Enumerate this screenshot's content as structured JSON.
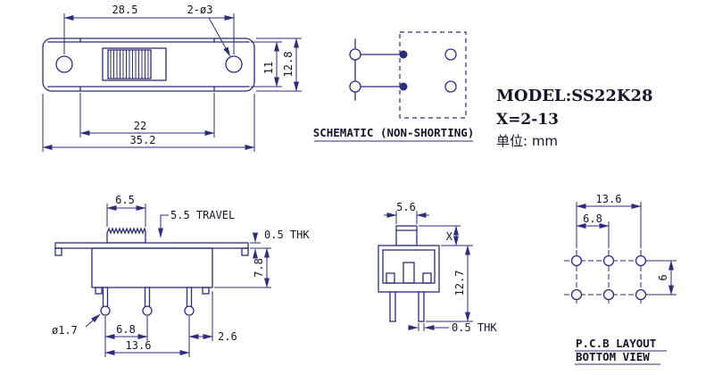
{
  "colors": {
    "line": "#2d2d78",
    "text": "#15152a",
    "bg": "#ffffff"
  },
  "header": {
    "model": "MODEL:SS22K28",
    "x_range": "X=2-13",
    "unit": "单位: mm"
  },
  "top_view": {
    "dim_hole_pitch": "28.5",
    "dim_hole_callout": "2-ø3",
    "dim_inner_height": "11",
    "dim_outer_height": "12.8",
    "dim_body_width": "22",
    "dim_overall_width": "35.2"
  },
  "schematic": {
    "caption": "SCHEMATIC (NON-SHORTING)"
  },
  "front_view": {
    "dim_knob_width": "6.5",
    "dim_travel": "5.5 TRAVEL",
    "dim_plate_thickness": "0.5 THK",
    "dim_body_height": "7.8",
    "dim_pin_diameter": "ø1.7",
    "dim_pin_pitch": "6.8",
    "dim_pin_span": "13.6",
    "dim_pin_offset": "2.6"
  },
  "side_view": {
    "dim_knob_width": "5.6",
    "dim_knob_height": "X",
    "dim_overall_height": "12.7",
    "dim_pin_thickness": "0.5 THK"
  },
  "pcb_view": {
    "dim_pad_span": "13.6",
    "dim_pad_pitch": "6.8",
    "dim_row_pitch": "6",
    "caption_line1": "P.C.B LAYOUT",
    "caption_line2": "BOTTOM VIEW"
  }
}
